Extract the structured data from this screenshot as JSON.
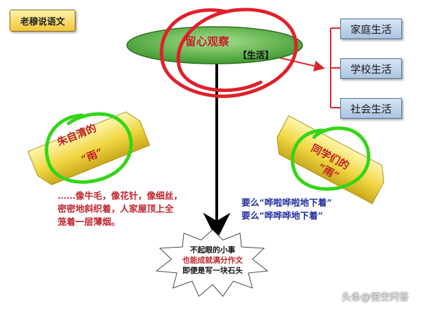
{
  "badge": {
    "text": "老穆说语文"
  },
  "center": {
    "title": "留心观察",
    "subtitle": "【生活】"
  },
  "categories": [
    "家庭生活",
    "学校生活",
    "社会生活"
  ],
  "left_tag": {
    "line1": "朱自清的",
    "line2": "“雨”"
  },
  "right_tag": {
    "line1": "同学们的",
    "line2": "“雨”"
  },
  "left_quote": [
    "……像牛毛，像花针，像细丝，",
    "密密地斜织着，人家屋顶上全",
    "笼着一层薄烟。"
  ],
  "right_quote": [
    "要么“哗啦哗啦地下着”",
    "要么“哗哗哗地下着”"
  ],
  "star": [
    "不起眼的小事",
    "也能成就满分作文",
    "即便是写一块石头"
  ],
  "watermark": "头条@悟空问答",
  "colors": {
    "ellipse_fill": "#4ea53c",
    "red_ink": "#e0202a",
    "green_ink": "#33d617",
    "quote_red": "#c0262d",
    "quote_blue": "#1f2d9e",
    "category_fill": "#b7cde6",
    "tag_fill": "#f2dc4e"
  }
}
